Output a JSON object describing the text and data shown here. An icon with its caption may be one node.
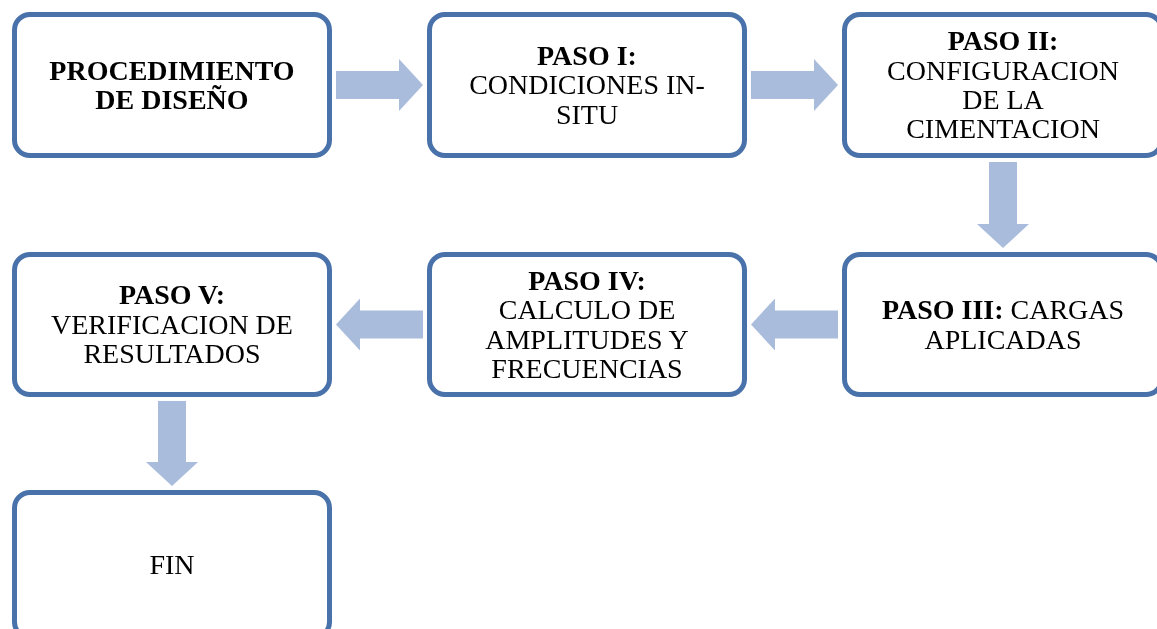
{
  "diagram": {
    "nodes": [
      {
        "text": [
          "PROCEDIMIENTO DE DISEÑO"
        ]
      },
      {
        "text": [
          "PASO I:",
          "CONDICIONES IN-SITU"
        ]
      },
      {
        "text": [
          "PASO II:",
          "CONFIGURACION DE LA CIMENTACION"
        ]
      },
      {
        "text": [
          "**PASO III:** CARGAS APLICADAS"
        ]
      },
      {
        "text": [
          "PASO IV:",
          "CALCULO DE AMPLITUDES Y FRECUENCIAS"
        ]
      },
      {
        "text": [
          "PASO V:",
          "VERIFICACION DE RESULTADOS"
        ]
      },
      {
        "text": [
          "FIN"
        ]
      }
    ],
    "edges": [
      {
        "from": 0,
        "to": 1,
        "arrow": "to"
      },
      {
        "from": 1,
        "to": 2,
        "arrow": "to"
      },
      {
        "from": 2,
        "to": 3,
        "arrow": "to"
      },
      {
        "from": 3,
        "to": 4,
        "arrow": "to"
      },
      {
        "from": 4,
        "to": 5,
        "arrow": "to"
      },
      {
        "from": 5,
        "to": 6,
        "arrow": "to"
      }
    ]
  }
}
